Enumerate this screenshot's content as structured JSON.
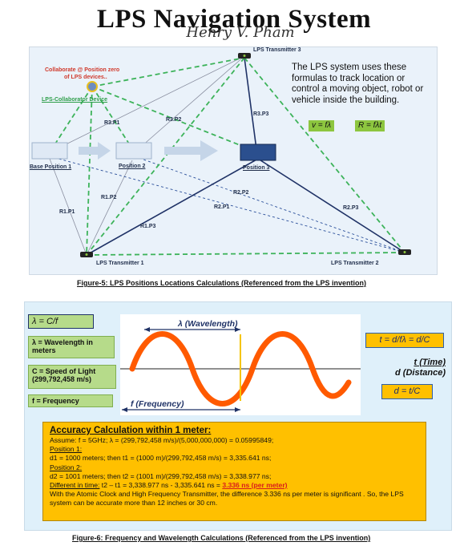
{
  "header": {
    "title": "LPS Navigation System",
    "author": "Henry V. Pham"
  },
  "figure5": {
    "caption": "Figure-5: LPS Positions Locations Calculations (Referenced from the LPS invention)",
    "transmitters": {
      "t1": "LPS Transmitter 1",
      "t2": "LPS Transmitter 2",
      "t3": "LPS Transmitter 3"
    },
    "collaborate_line1": "Collaborate @ Position zero",
    "collaborate_line2": "of LPS devices..",
    "collab_device": "LPS-Collaborator Device",
    "positions": {
      "p1": "Base Position 1",
      "p2": "Position 2",
      "p3": "Position 3"
    },
    "paths": {
      "r3p1": "R3.P1",
      "r3p2": "R3.P2",
      "r3p3": "R3.P3",
      "r2p2": "R2.P2",
      "r2p1": "R2.P1",
      "r2p3": "R2.P3",
      "r1p1": "R1.P1",
      "r1p2": "R1.P2",
      "r1p3": "R1.P3"
    },
    "description": "The LPS system uses these formulas to track location or control a moving object, robot or vehicle inside the building.",
    "formula_v": "v = fλ",
    "formula_r": "R = fλt"
  },
  "figure6": {
    "caption": "Figure-6: Frequency and Wavelength Calculations (Referenced from the LPS invention)",
    "lambda_formula": "λ = C/f",
    "lambda_def": "λ = Wavelength in meters",
    "c_def": "C = Speed of Light (299,792,458 m/s)",
    "f_def": "f = Frequency",
    "wavelength_label": "λ (Wavelength)",
    "frequency_label": "f (Frequency)",
    "time_formula": "t = d/fλ = d/C",
    "time_label": "t (Time)",
    "distance_label": "d (Distance)",
    "d_formula": "d = t/C",
    "accuracy": {
      "heading": "Accuracy Calculation within 1 meter:",
      "assume": "Assume: f = 5GHz; λ = (299,792,458 m/s)/(5,000,000,000) = 0.05995849;",
      "pos1_label": "Position 1:",
      "pos1_calc": "d1 = 1000 meters; then t1 = (1000 m)/(299,792,458 m/s) = 3,335.641 ns;",
      "pos2_label": "Position 2:",
      "pos2_calc": "d2 = 1001 meters; then t2 = (1001 m)/(299,792,458 m/s) = 3,338.977 ns;",
      "diff_label": "Different in time:",
      "diff_calc": " t2 – t1 = 3,338.977 ns - 3,335.641 ns = ",
      "diff_result": "3.336 ns (per meter)",
      "conclusion": "With the Atomic Clock and High Frequency Transmitter, the difference 3.336 ns per meter is significant . So, the LPS system can be accurate more than 12 inches or 30 cm."
    }
  },
  "colors": {
    "wave": "#ff5a00",
    "green_dash": "#3db35a",
    "navy": "#1f3266",
    "orange": "#ffc000"
  }
}
